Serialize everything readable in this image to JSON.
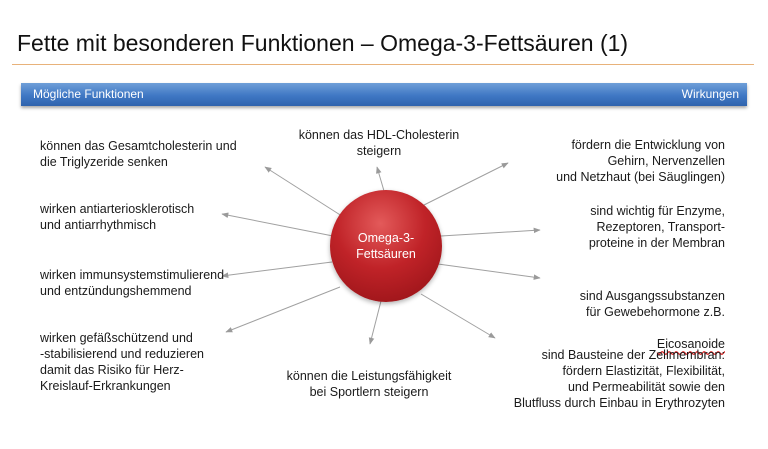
{
  "slide": {
    "title": "Fette mit besonderen Funktionen – Omega-3-Fettsäuren (1)"
  },
  "header_bar": {
    "left_label": "Mögliche Funktionen",
    "right_label": "Wirkungen"
  },
  "center": {
    "label_line1": "Omega-3-",
    "label_line2": "Fettsäuren"
  },
  "items": {
    "cholesterol": "können das Gesamtcholesterin und\ndie Triglyzeride senken",
    "hdl": "können das HDL-Cholesterin\nsteigern",
    "development": "fördern die Entwicklung von\nGehirn, Nervenzellen\nund Netzhaut (bei Säuglingen)",
    "antiarterio": "wirken antiarteriosklerotisch\nund antiarrhythmisch",
    "enzymes": "sind wichtig für Enzyme,\nRezeptoren, Transport-\nproteine in der Membran",
    "immune": "wirken immunsystemstimulierend\nund entzündungshemmend",
    "hormones_main": "sind Ausgangssubstanzen\nfür Gewebehormone z.B.",
    "hormones_underlined": "Eicosanoide",
    "vessels": "wirken gefäßschützend und\n-stabilisierend und reduzieren\ndamit das Risiko für Herz-\nKreislauf-Erkrankungen",
    "performance": "können die Leistungsfähigkeit\nbei Sportlern steigern",
    "membrane": "sind Bausteine der Zellmembran:\nfördern Elastizität, Flexibilität,\nund Permeabilität sowie den\nBlutfluss durch Einbau in Erythrozyten"
  }
}
